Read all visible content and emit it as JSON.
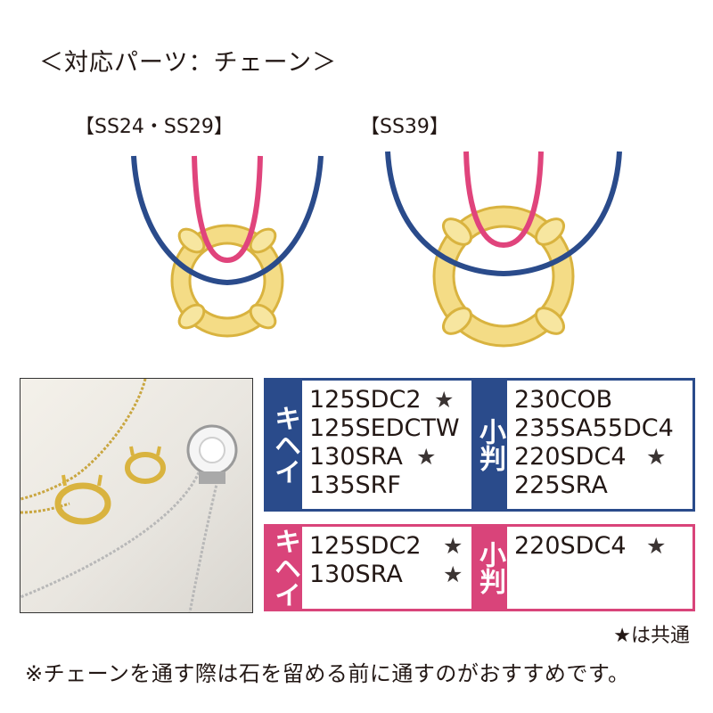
{
  "title": "＜対応パーツ：チェーン＞",
  "diagrams": {
    "left_label": "【SS24・SS29】",
    "right_label": "【SS39】",
    "colors": {
      "gold": "#f4dc86",
      "gold_edge": "#d9b33f",
      "blue": "#2a4b8b",
      "pink": "#e0447c"
    }
  },
  "table_blue": {
    "header_a": "キヘイ",
    "header_b": "小判",
    "col_a": [
      "125SDC2",
      "125SEDCTW",
      "130SRA",
      "135SRF"
    ],
    "col_a_star": [
      true,
      false,
      true,
      false
    ],
    "col_b": [
      "230COB",
      "235SA55DC4",
      "220SDC4",
      "225SRA"
    ],
    "col_b_star": [
      false,
      false,
      true,
      false
    ]
  },
  "table_pink": {
    "header_a": "キヘイ",
    "header_b": "小判",
    "col_a": [
      "125SDC2",
      "130SRA"
    ],
    "col_a_star": [
      true,
      true
    ],
    "col_b": [
      "220SDC4"
    ],
    "col_b_star": [
      true
    ]
  },
  "star_glyph": "★",
  "legend": "★は共通",
  "note": "※チェーンを通す際は石を留める前に通すのがおすすめです。"
}
